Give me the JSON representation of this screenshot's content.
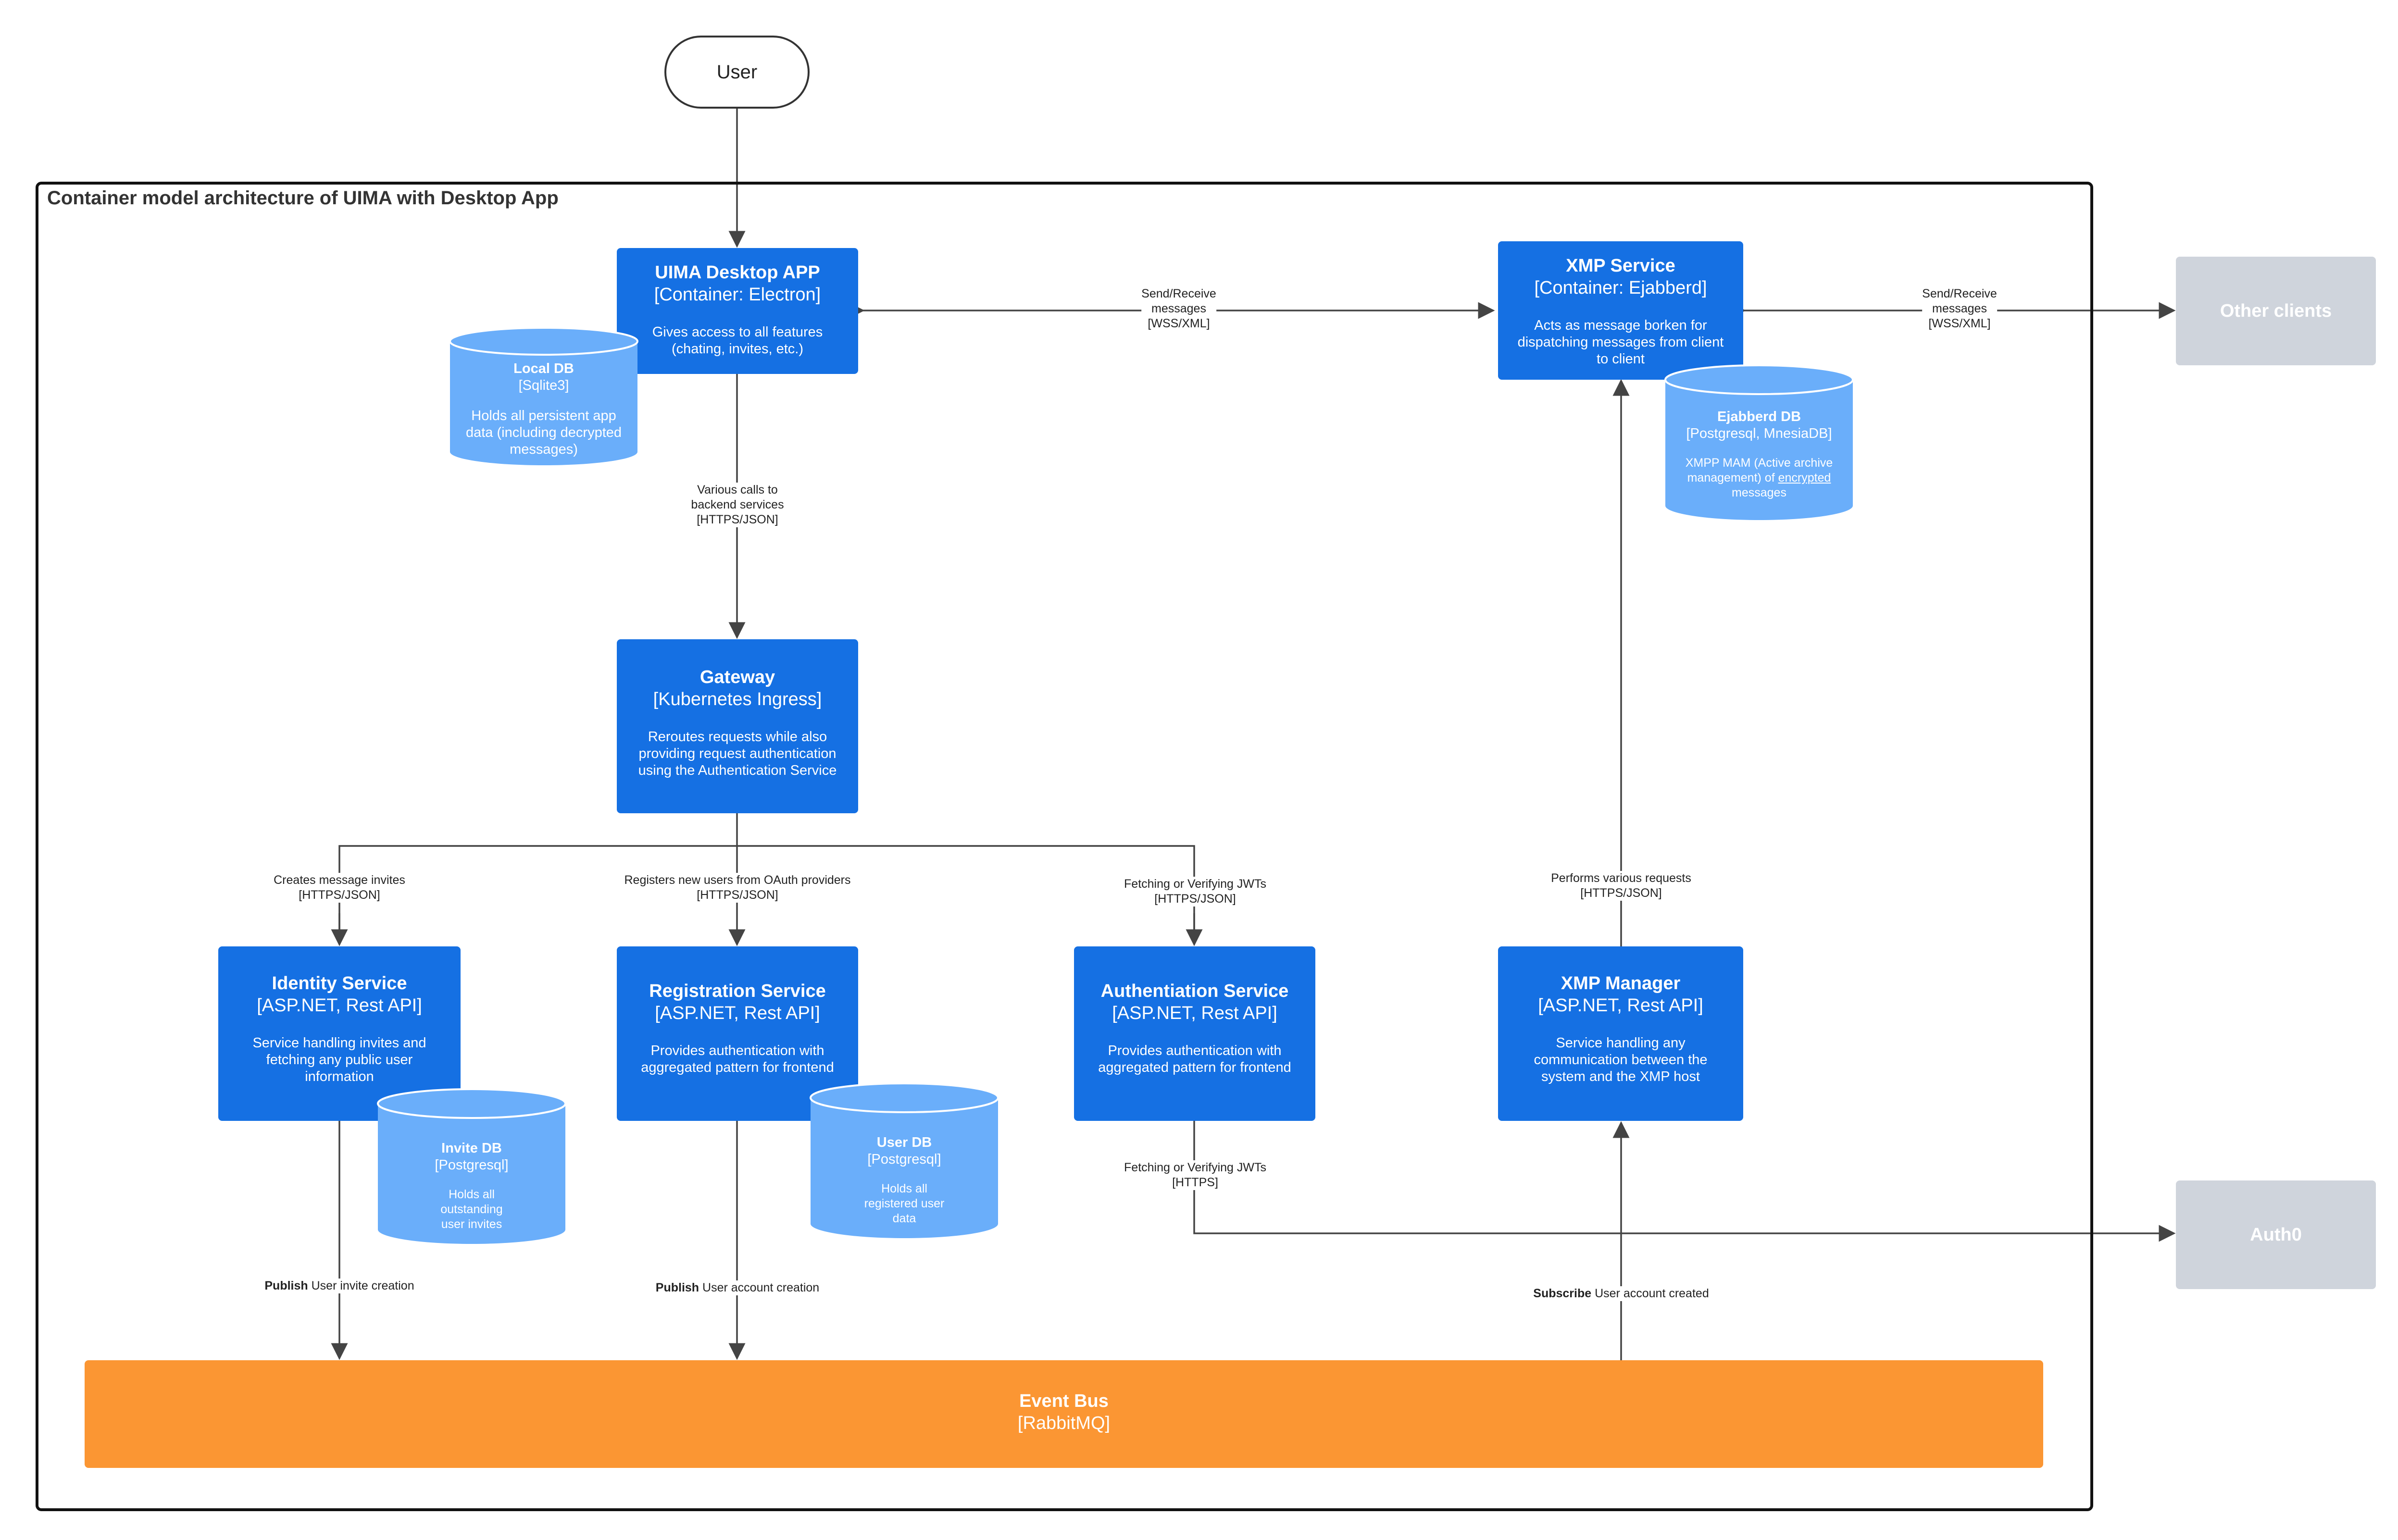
{
  "user": {
    "label": "User"
  },
  "boundary": {
    "title": "Container model architecture of UIMA with Desktop App"
  },
  "containers": {
    "desktop": {
      "title": "UIMA Desktop APP",
      "tech": "[Container: Electron]",
      "desc": "Gives access to all features (chating, invites, etc.)"
    },
    "xmp_service": {
      "title": "XMP Service",
      "tech": "[Container: Ejabberd]",
      "desc": "Acts as message borken for dispatching messages from client to client"
    },
    "gateway": {
      "title": "Gateway",
      "tech": "[Kubernetes Ingress]",
      "desc": "Reroutes requests while also providing request authentication using the Authentication Service"
    },
    "identity": {
      "title": "Identity Service",
      "tech": "[ASP.NET, Rest API]",
      "desc": "Service handling invites and fetching any public user information"
    },
    "registration": {
      "title": "Registration Service",
      "tech": "[ASP.NET, Rest API]",
      "desc": "Provides authentication with aggregated pattern for frontend"
    },
    "authentication": {
      "title": "Authentiation Service",
      "tech": "[ASP.NET, Rest API]",
      "desc": "Provides authentication with aggregated pattern for frontend"
    },
    "xmp_manager": {
      "title": "XMP Manager",
      "tech": "[ASP.NET, Rest API]",
      "desc": "Service handling any communication between the system and the XMP host"
    }
  },
  "databases": {
    "local": {
      "title": "Local DB",
      "tech": "[Sqlite3]",
      "desc": "Holds all persistent app data (including decrypted messages)"
    },
    "ejabberd": {
      "title": "Ejabberd DB",
      "tech": "[Postgresql, MnesiaDB]",
      "desc_a": "XMPP MAM (Active archive management) of ",
      "desc_b": "encrypted",
      "desc_c": " messages"
    },
    "invite": {
      "title": "Invite DB",
      "tech": "[Postgresql]",
      "desc": "Holds all outstanding user invites"
    },
    "user": {
      "title": "User DB",
      "tech": "[Postgresql]",
      "desc": "Holds all registered user data"
    }
  },
  "external": {
    "other_clients": "Other clients",
    "auth0": "Auth0"
  },
  "event_bus": {
    "title": "Event Bus",
    "tech": "[RabbitMQ]"
  },
  "edges": {
    "desktop_xmp": {
      "l1": "Send/Receive",
      "l2": "messages",
      "l3": "[WSS/XML]"
    },
    "xmp_other": {
      "l1": "Send/Receive",
      "l2": "messages",
      "l3": "[WSS/XML]"
    },
    "desktop_gateway": {
      "l1": "Various calls to",
      "l2": "backend services",
      "l3": "[HTTPS/JSON]"
    },
    "gateway_identity": {
      "l1": "Creates message invites",
      "l2": "[HTTPS/JSON]"
    },
    "gateway_registration": {
      "l1": "Registers new users from OAuth providers",
      "l2": "[HTTPS/JSON]"
    },
    "gateway_auth": {
      "l1": "Fetching or Verifying JWTs",
      "l2": "[HTTPS/JSON]"
    },
    "manager_xmp": {
      "l1": "Performs various requests",
      "l2": "[HTTPS/JSON]"
    },
    "auth_auth0": {
      "l1": "Fetching or Verifying JWTs",
      "l2": "[HTTPS]"
    },
    "identity_bus": {
      "bold": "Publish",
      "rest": " User invite creation"
    },
    "registration_bus": {
      "bold": "Publish",
      "rest": " User account creation"
    },
    "bus_manager": {
      "bold": "Subscribe",
      "rest": " User account created"
    }
  },
  "colors": {
    "container": "#1570e3",
    "database": "#6aaefa",
    "external": "#cfd4dc",
    "event_bus": "#fb9633",
    "line": "#444444"
  }
}
